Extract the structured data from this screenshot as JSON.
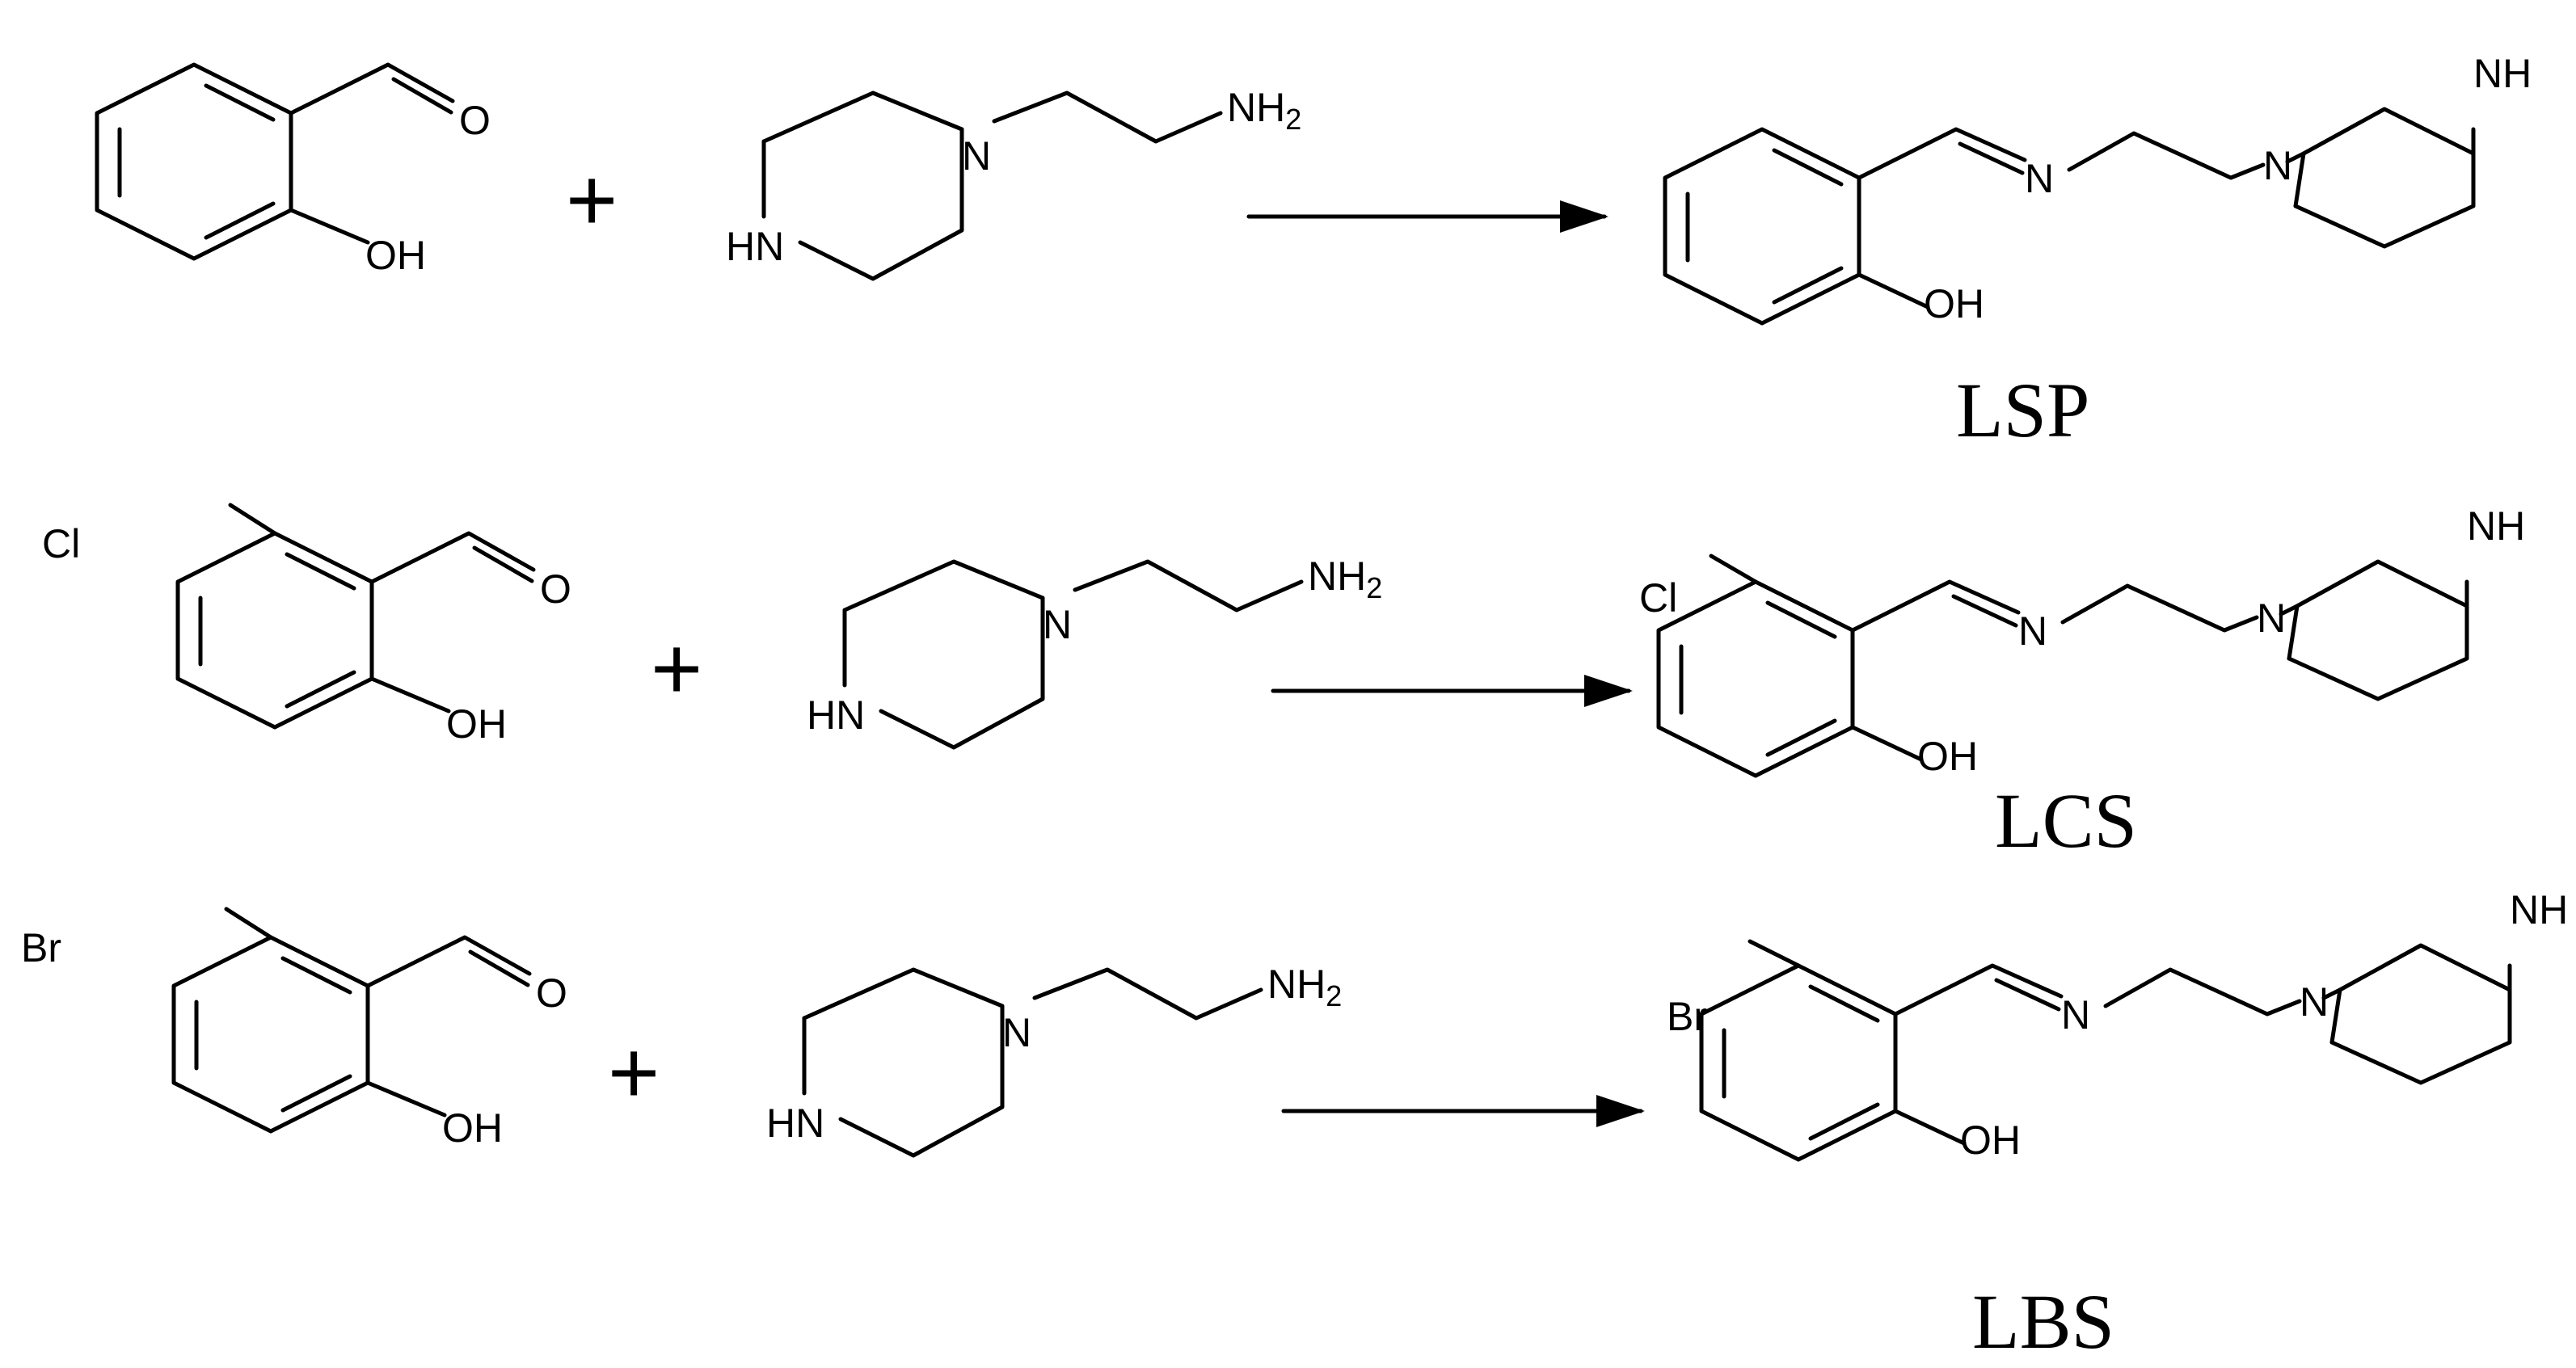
{
  "labels": {
    "O": "O",
    "OH": "OH",
    "HN": "HN",
    "N": "N",
    "NH": "NH",
    "sub2": "2",
    "Cl": "Cl",
    "Br": "Br"
  },
  "plus_sign": "+",
  "products": [
    "LSP",
    "LCS",
    "LBS"
  ]
}
